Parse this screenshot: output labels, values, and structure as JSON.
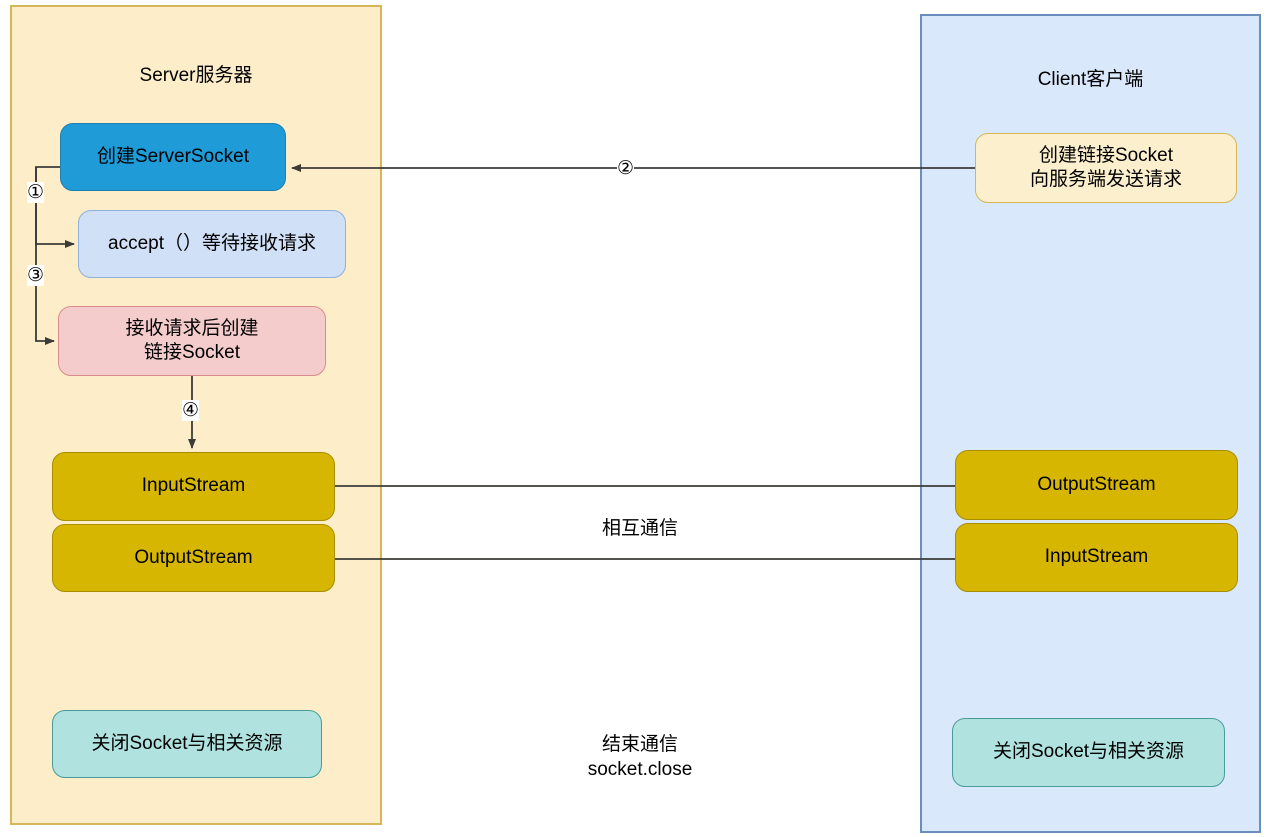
{
  "diagram": {
    "title_server": "Server服务器",
    "title_client": "Client客户端"
  },
  "server": {
    "panel_name": "Server服务器",
    "nodes": {
      "create_serversocket": "创建ServerSocket",
      "accept": "accept（）等待接收请求",
      "create_conn_socket": "接收请求后创建\n链接Socket",
      "input_stream": "InputStream",
      "output_stream": "OutputStream",
      "close": "关闭Socket与相关资源"
    }
  },
  "client": {
    "panel_name": "Client客户端",
    "nodes": {
      "connect": "创建链接Socket\n向服务端发送请求",
      "output_stream": "OutputStream",
      "input_stream": "InputStream",
      "close": "关闭Socket与相关资源"
    }
  },
  "center_labels": {
    "mutual_comm": "相互通信",
    "end_comm": "结束通信\nsocket.close"
  },
  "steps": {
    "one": "①",
    "two": "②",
    "three": "③",
    "four": "④"
  },
  "colors": {
    "server_panel_bg": "#fdedc9",
    "server_panel_border": "#d6b656",
    "client_panel_bg": "#dae8fc",
    "client_panel_border": "#6c8ebf",
    "serversocket_node": "#1f9bd8",
    "accept_node": "#cfe0f7",
    "create_socket_node": "#f4cccc",
    "stream_node": "#d6b600",
    "close_node": "#b0e3e0",
    "client_connect_node": "#fcefcd",
    "edge": "#3b3b38"
  }
}
